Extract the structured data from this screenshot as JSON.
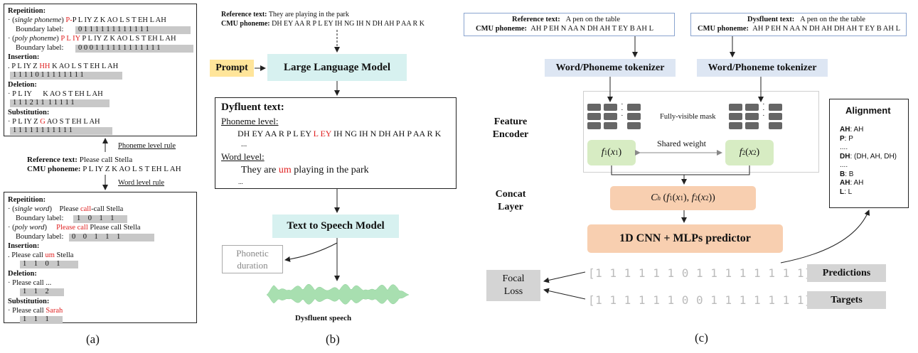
{
  "panel_a": {
    "top_box": {
      "rep_title": "Repeitition:",
      "rep1_prefix": "· (",
      "rep1_italic": "single phoneme",
      "rep1_suffix": ")",
      "rep1_red": "P-",
      "rep1_rest": "P L IY Z K AO L S T EH L AH",
      "boundary_label": "Boundary label:",
      "rep1_bits": "0 1 1 1 1 1 1 1 1 1 1 1 1",
      "rep2_prefix": "· (",
      "rep2_italic": "poly phoneme",
      "rep2_suffix": ")",
      "rep2_red": "P L IY",
      "rep2_rest": "P L IY Z K AO L S T EH L AH",
      "rep2_bits": "0 0 0 1 1 1 1 1 1 1 1 1 1 1 1",
      "ins_title": "Insertion:",
      "ins_prefix": ". P L IY Z",
      "ins_red": "HH",
      "ins_rest": "K AO L S T EH L AH",
      "ins_bits": "1 1 1 1 0 1 1 1 1 1 1 1 1",
      "del_title": "Deletion:",
      "del_text": "· P L IY      K AO S T EH L AH",
      "del_bits": "1 1 1 2 1 1  1 1 1 1 1",
      "sub_title": "Substitution:",
      "sub_prefix": "· P L IY Z",
      "sub_red": "G",
      "sub_rest": "AO S T EH L AH",
      "sub_bits": "1 1 1 1 1 1 1 1 1 1 1"
    },
    "phoneme_rule": "Phoneme level rule",
    "word_rule": "Word level rule",
    "ref_label": "Reference text:",
    "ref_value": "Please call Stella",
    "cmu_label": "CMU phoneme:",
    "cmu_value": "P L IY Z K AO L S T EH L AH",
    "bottom_box": {
      "rep_title": "Repeitition:",
      "rep1_prefix": "· (",
      "rep1_italic": "single word",
      "rep1_suffix": ")",
      "rep1_pre": "Please",
      "rep1_red": "call",
      "rep1_rest": "-call Stella",
      "boundary_label": "Boundary label:",
      "rep1_bits": "1    0    1    1",
      "rep2_prefix": "· (",
      "rep2_italic": "poly word",
      "rep2_suffix": ")",
      "rep2_red": "Please call",
      "rep2_rest": "Please call Stella",
      "rep2_bits": "0    0    1    1    1",
      "ins_title": "Insertion:",
      "ins_pre": ". Please call",
      "ins_red": "um",
      "ins_rest": "Stella",
      "ins_bits": "1    1    0    1",
      "del_title": "Deletion:",
      "del_text": "· Please call ...",
      "del_bits": "1    1    2",
      "sub_title": "Substitution:",
      "sub_pre": "· Please call",
      "sub_red": "Sarah",
      "sub_bits": "1    1    1"
    },
    "caption": "(a)"
  },
  "panel_b": {
    "ref_label": "Reference text:",
    "ref_value": "They are playing in the park",
    "cmu_label": "CMU phoneme:",
    "cmu_value": "DH EY AA R P L EY IH NG IH N DH AH P AA R K",
    "prompt": "Prompt",
    "llm": "Large Language Model",
    "dys_title": "Dyfluent text:",
    "phoneme_level": "Phoneme level:",
    "phon_pre": "DH EY AA R P L EY",
    "phon_red": "L EY",
    "phon_rest": "IH NG IH N DH AH P AA R K",
    "ellipsis1": "...",
    "word_level": "Word level:",
    "word_pre": "They are",
    "word_red": "um",
    "word_rest": "playing in the park",
    "ellipsis2": "...",
    "tts": "Text to Speech Model",
    "phonetic": "Phonetic",
    "duration": "duration",
    "speech": "Dysfluent speech",
    "caption": "(b)"
  },
  "panel_c": {
    "ref_label": "Reference text:",
    "ref_value": "A pen on the table",
    "ref_cmu_label": "CMU phoneme:",
    "ref_cmu_value": "AH P EH N AA N DH AH T EY B AH L",
    "dys_label": "Dysfluent text:",
    "dys_value": "A pen on the the table",
    "dys_cmu_label": "CMU phoneme:",
    "dys_cmu_value": "AH P EH N AA N DH AH DH AH T EY B AH L",
    "tokenizer1": "Word/Phoneme tokenizer",
    "tokenizer2": "Word/Phoneme tokenizer",
    "feature": "Feature",
    "encoder": "Encoder",
    "mask": "Fully-visible mask",
    "shared": "Shared weight",
    "f1": "f",
    "f1_sub": "1",
    "f1_arg": "(x",
    "f2_sub": "2",
    "concat": "Concat",
    "layer": "Layer",
    "concat_fn": "C",
    "concat_sub": "h",
    "concat_args": "(f₁(x₁), f₂(x₂))",
    "cnn": "1D CNN + MLPs predictor",
    "alignment_title": "Alignment",
    "alignment": [
      {
        "k": "AH",
        "v": ": AH"
      },
      {
        "k": "P",
        "v": ": P"
      },
      {
        "k": "",
        "v": "...."
      },
      {
        "k": "DH",
        "v": ": (DH, AH, DH)"
      },
      {
        "k": "",
        "v": "...."
      },
      {
        "k": "B",
        "v": ": B"
      },
      {
        "k": "AH",
        "v": ": AH"
      },
      {
        "k": "L",
        "v": ": L"
      }
    ],
    "focal": "Focal",
    "loss": "Loss",
    "pred_bits": "[1 1 1 1 1 1 0 1 1 1 1 1 1 1 1]",
    "targ_bits": "[1 1 1 1 1 1 0 0 1 1 1 1 1 1 1]",
    "predictions": "Predictions",
    "targets": "Targets",
    "caption": "(c)"
  },
  "colors": {
    "red": "#e02020",
    "teal": "#d7f1f0",
    "prompt": "#ffe59a",
    "tokenizer": "#dde6f3",
    "green": "#d7ecc3",
    "orange": "#f8cfb0",
    "gray_block": "#666666",
    "gray_box": "#d4d4d4"
  }
}
